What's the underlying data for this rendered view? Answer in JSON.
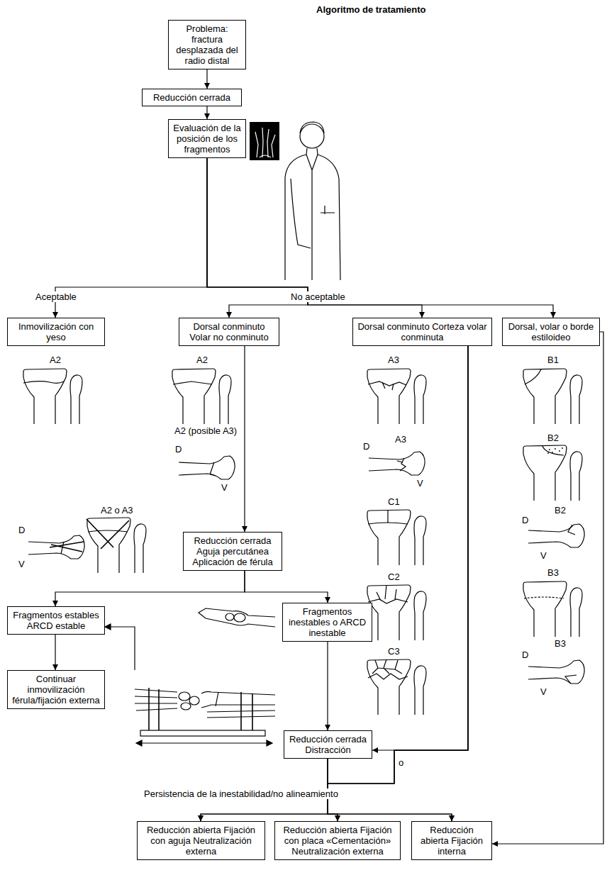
{
  "diagram": {
    "title": "Algoritmo de tratamiento",
    "nodes": [
      {
        "text": [
          "Problema: fractura desplazada del radio distal"
        ]
      },
      {
        "text": [
          "Reducción cerrada"
        ]
      },
      {
        "text": [
          "Evaluación de la posición de los fragmentos"
        ]
      },
      {
        "text": [
          "Inmovilización con yeso"
        ]
      },
      {
        "text": [
          "Dorsal conminuto Volar no conminuto"
        ]
      },
      {
        "text": [
          "Dorsal conminuto Corteza volar conminuta"
        ]
      },
      {
        "text": [
          "Dorsal, volar o borde estiloideo"
        ]
      },
      {
        "text": [
          "Reducción cerrada Aguja percutánea Aplicación de férula"
        ]
      },
      {
        "text": [
          "Fragmentos estables ARCD estable"
        ]
      },
      {
        "text": [
          "Continuar inmovilización férula/fijación externa"
        ]
      },
      {
        "text": [
          "Fragmentos inestables o ARCD inestable"
        ]
      },
      {
        "text": [
          "Reducción cerrada Distracción"
        ]
      },
      {
        "text": [
          "Reducción abierta Fijación con aguja Neutralización externa"
        ]
      },
      {
        "text": [
          "Reducción abierta Fijación con placa «Cementación» Neutralización externa"
        ]
      },
      {
        "text": [
          "Reducción abierta Fijación interna"
        ]
      }
    ],
    "edges": [
      {
        "from": 0,
        "to": 1,
        "arrow": "to"
      },
      {
        "from": 1,
        "to": 2,
        "arrow": "to"
      },
      {
        "from": 2,
        "to": 3,
        "arrow": "to"
      },
      {
        "from": 2,
        "to": 4,
        "arrow": "to"
      },
      {
        "from": 2,
        "to": 5,
        "arrow": "to"
      },
      {
        "from": 2,
        "to": 6,
        "arrow": "to"
      },
      {
        "from": 4,
        "to": 7,
        "arrow": "to"
      },
      {
        "from": 7,
        "to": 8,
        "arrow": "to"
      },
      {
        "from": 7,
        "to": 10,
        "arrow": "to"
      },
      {
        "from": 8,
        "to": 9,
        "arrow": "to"
      },
      {
        "from": 10,
        "to": 11,
        "arrow": "to"
      },
      {
        "from": 5,
        "to": 11,
        "arrow": "to"
      },
      {
        "from": 11,
        "to": 12,
        "arrow": "to"
      },
      {
        "from": 11,
        "to": 13,
        "arrow": "to"
      },
      {
        "from": 11,
        "to": 14,
        "arrow": "to"
      },
      {
        "from": 5,
        "to": 12,
        "arrow": "to"
      },
      {
        "from": 5,
        "to": 13,
        "arrow": "to"
      },
      {
        "from": 5,
        "to": 14,
        "arrow": "to"
      },
      {
        "from": 6,
        "to": 14,
        "arrow": "to"
      }
    ],
    "labels": [
      "Aceptable",
      "No aceptable",
      "A2",
      "A2",
      "A3",
      "B1",
      "A2 (posible A3)",
      "D",
      "V",
      "A3",
      "D",
      "V",
      "B2",
      "B2",
      "D",
      "V",
      "A2 o A3",
      "D",
      "V",
      "C1",
      "C2",
      "B3",
      "B3",
      "D",
      "V",
      "C3",
      "o",
      "Persistencia de la inestabilidad/no alineamiento"
    ]
  }
}
